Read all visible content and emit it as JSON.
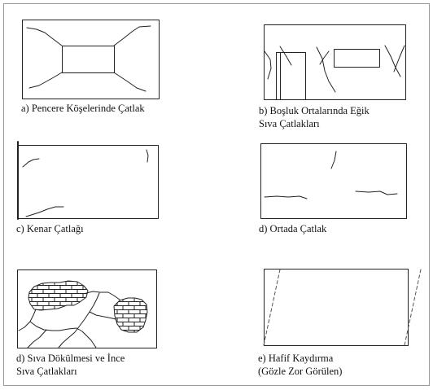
{
  "panels": [
    {
      "id": "a",
      "caption_lines": [
        "a) Pencere Köşelerinde Çatlak"
      ]
    },
    {
      "id": "b",
      "caption_lines": [
        "b) Boşluk Ortalarında Eğik",
        "Sıva Çatlakları"
      ]
    },
    {
      "id": "c",
      "caption_lines": [
        "c) Kenar Çatlağı"
      ]
    },
    {
      "id": "d",
      "caption_lines": [
        "d) Ortada Çatlak"
      ]
    },
    {
      "id": "d2",
      "caption_lines": [
        "d) Sıva Dökülmesi ve İnce",
        "Sıva Çatlakları"
      ]
    },
    {
      "id": "e",
      "caption_lines": [
        "e) Hafif Kaydırma",
        "(Gözle Zor Görülen)"
      ]
    }
  ],
  "colors": {
    "line": "#222222",
    "frame": "#9a9a9a",
    "dashed": "#555555"
  }
}
